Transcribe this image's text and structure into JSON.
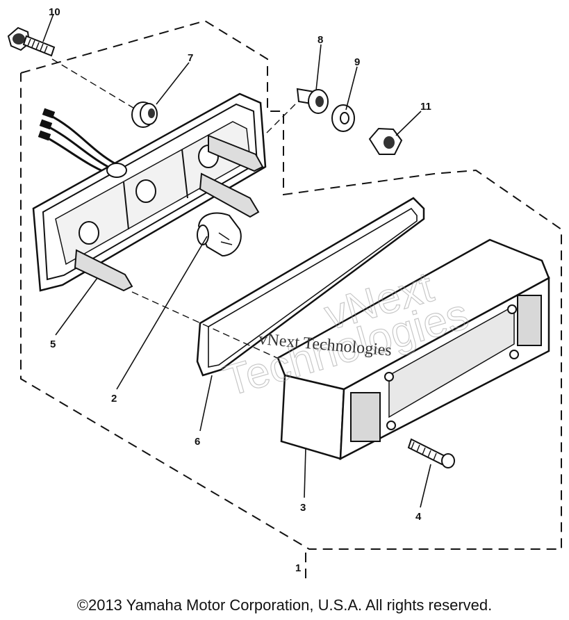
{
  "callouts": {
    "c1": "1",
    "c2": "2",
    "c3": "3",
    "c4": "4",
    "c5": "5",
    "c6": "6",
    "c7": "7",
    "c8": "8",
    "c9": "9",
    "c10": "10",
    "c11": "11"
  },
  "watermark": {
    "line1": "vNext",
    "line2": "Technologies",
    "small": "vNext Technologies"
  },
  "copyright": "©2013 Yamaha Motor Corporation, U.S.A. All rights reserved.",
  "colors": {
    "ink": "#111111",
    "background": "#ffffff",
    "watermark": "#9a9a9a"
  }
}
